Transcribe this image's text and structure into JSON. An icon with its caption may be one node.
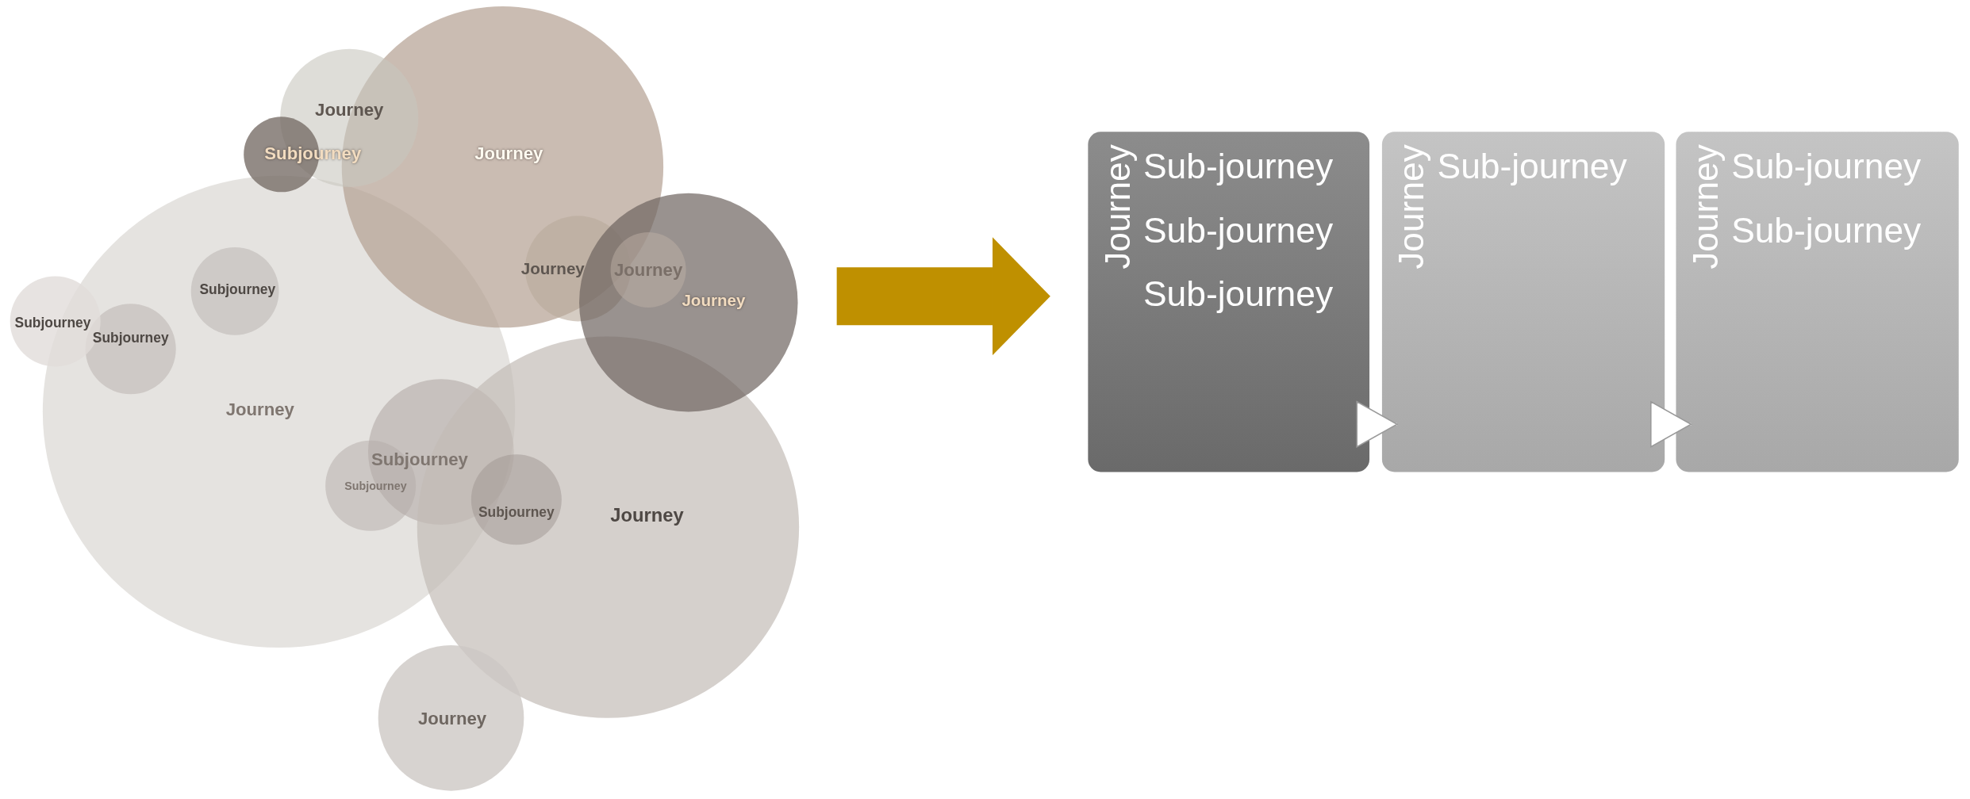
{
  "diagram": {
    "nodes": [
      {
        "text": [
          "Journey"
        ]
      },
      {
        "text": [
          "Subjourney"
        ]
      },
      {
        "text": [
          "Journey"
        ]
      },
      {
        "text": [
          "Subjourney"
        ],
        "in": 9
      },
      {
        "text": [
          "Journey"
        ],
        "in": 2
      },
      {
        "text": [
          "Journey"
        ],
        "in": 6
      },
      {
        "text": [
          "Journey"
        ]
      },
      {
        "text": [
          "Subjourney"
        ]
      },
      {
        "text": [
          "Subjourney"
        ],
        "in": 9
      },
      {
        "text": [
          "Journey"
        ]
      },
      {
        "text": [
          "Subjourney"
        ],
        "in": 9
      },
      {
        "text": [
          "Subjourney"
        ],
        "in": 9
      },
      {
        "text": [
          "Subjourney"
        ],
        "in": 13
      },
      {
        "text": [
          "Journey"
        ]
      },
      {
        "text": [
          "Journey"
        ]
      },
      {
        "text": [
          "Journey",
          "Sub-journey",
          "Sub-journey",
          "Sub-journey"
        ]
      },
      {
        "text": [
          "Journey",
          "Sub-journey"
        ]
      },
      {
        "text": [
          "Journey",
          "Sub-journey",
          "Sub-journey"
        ]
      }
    ],
    "edges": [
      {
        "from": null,
        "to": 15,
        "arrow": "to",
        "style": "thick",
        "color": "#bf9000"
      },
      {
        "from": 15,
        "to": 16,
        "arrow": "to"
      },
      {
        "from": 16,
        "to": 17,
        "arrow": "to"
      }
    ]
  }
}
